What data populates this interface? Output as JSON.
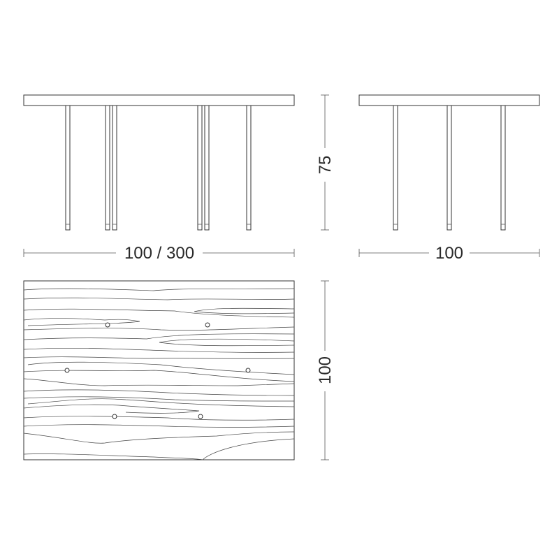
{
  "dimensions": {
    "front_width": "100 / 300",
    "height": "75",
    "side_width": "100",
    "depth": "100"
  },
  "colors": {
    "line": "#333333",
    "background": "#ffffff"
  }
}
